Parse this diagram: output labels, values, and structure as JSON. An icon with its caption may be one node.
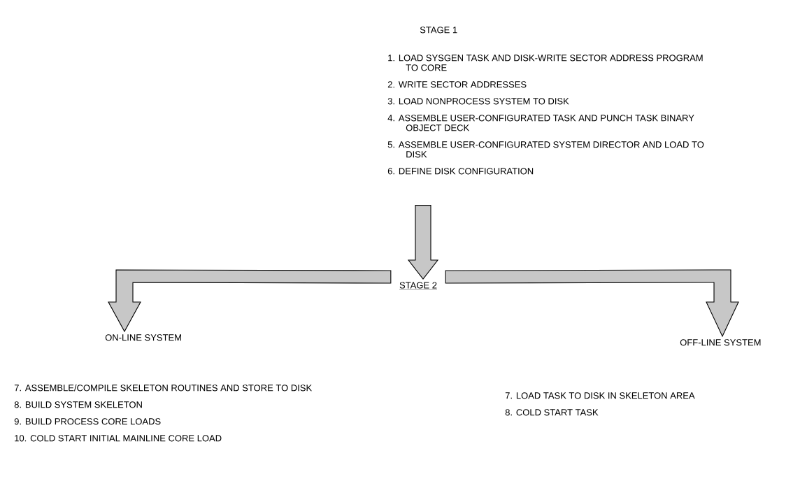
{
  "diagram": {
    "nodes": [
      {
        "text": [
          "STAGE 1",
          "1. LOAD SYSGEN TASK AND DISK-WRITE SECTOR ADDRESS PROGRAM TO CORE",
          "2. WRITE SECTOR ADDRESSES",
          "3. LOAD NONPROCESS SYSTEM TO DISK",
          "4. ASSEMBLE USER-CONFIGURATED TASK AND PUNCH TASK BINARY OBJECT DECK",
          "5. ASSEMBLE USER-CONFIGURATED SYSTEM DIRECTOR AND LOAD TO DISK",
          "6. DEFINE DISK CONFIGURATION"
        ]
      },
      {
        "text": [
          "STAGE 2"
        ]
      },
      {
        "text": [
          "ON-LINE SYSTEM",
          "7. ASSEMBLE/COMPILE SKELETON ROUTINES AND STORE TO DISK",
          "8. BUILD SYSTEM SKELETON",
          "9. BUILD PROCESS CORE LOADS",
          "10. COLD START INITIAL MAINLINE CORE LOAD"
        ]
      },
      {
        "text": [
          "OFF-LINE SYSTEM",
          "7. LOAD TASK TO DISK IN SKELETON AREA",
          "8. COLD START TASK"
        ]
      }
    ],
    "edges": [
      {
        "from": 0,
        "to": 1,
        "arrow": "to"
      },
      {
        "from": 1,
        "to": 2,
        "arrow": "to"
      },
      {
        "from": 1,
        "to": 3,
        "arrow": "to"
      }
    ]
  }
}
